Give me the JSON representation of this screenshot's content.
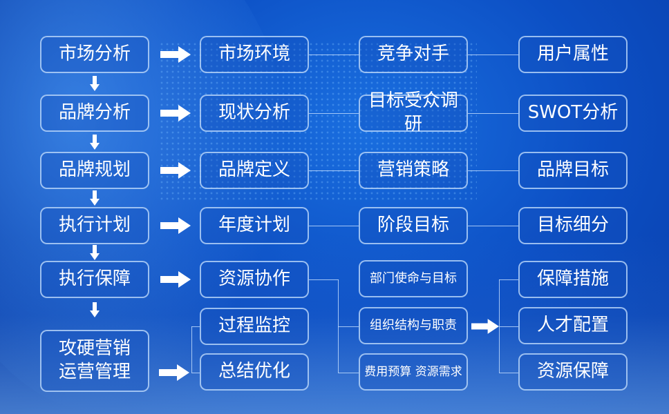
{
  "col1": [
    "市场分析",
    "品牌分析",
    "品牌规划",
    "执行计划",
    "执行保障"
  ],
  "col1_bottom": [
    "攻硬营销",
    "运营管理"
  ],
  "col2": [
    "市场环境",
    "现状分析",
    "品牌定义",
    "年度计划",
    "资源协作",
    "过程监控",
    "总结优化"
  ],
  "col3": [
    "竞争对手",
    "目标受众调研",
    "营销策略",
    "阶段目标",
    "部门使命与目标",
    "组织结构与职责",
    "费用预算 资源需求"
  ],
  "col4": [
    "用户属性",
    "SWOT分析",
    "品牌目标",
    "目标细分",
    "保障措施",
    "人才配置",
    "资源保障"
  ],
  "colors": {
    "background": "#0c4fc4",
    "box_border": "#c8e1ff",
    "text": "#ffffff"
  }
}
